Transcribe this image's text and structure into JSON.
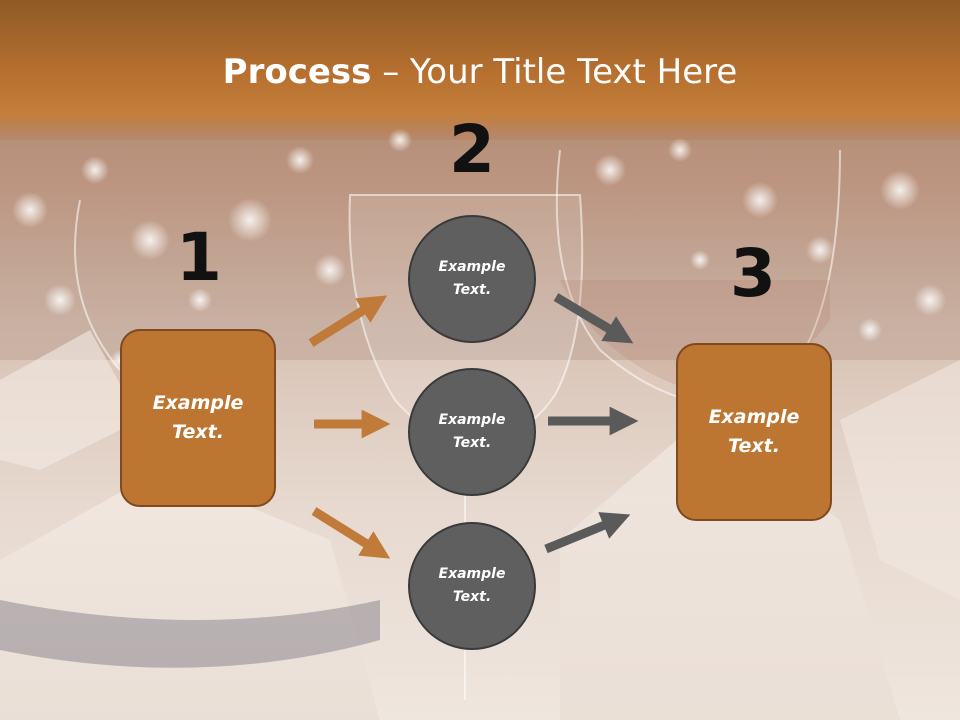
{
  "title": {
    "bold": "Process",
    "dash": " – ",
    "rest": "Your Title Text Here"
  },
  "steps": [
    {
      "number": "1",
      "line1": "Example",
      "line2": "Text."
    },
    {
      "number": "2"
    },
    {
      "number": "3",
      "line1": "Example",
      "line2": "Text."
    }
  ],
  "circles": [
    {
      "line1": "Example",
      "line2": "Text."
    },
    {
      "line1": "Example",
      "line2": "Text."
    },
    {
      "line1": "Example",
      "line2": "Text."
    }
  ],
  "colors": {
    "accent": "#bc7632",
    "circle": "#5f5f5f",
    "left_arrows": "#c07a3a",
    "right_arrows": "#5a5a5a"
  }
}
